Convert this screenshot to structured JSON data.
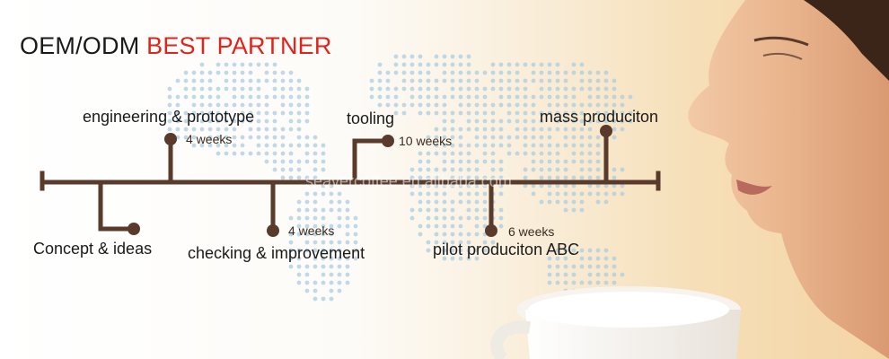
{
  "banner": {
    "title_prefix": "OEM/ODM ",
    "title_accent": "BEST PARTNER",
    "watermark": "seavercoffee.en.alibaba.com",
    "colors": {
      "accent": "#e0231b",
      "line": "#5a3a2a",
      "map_dots": "#a9cde0"
    }
  },
  "timeline": {
    "stages": [
      {
        "label": "Concept & ideas",
        "duration": ""
      },
      {
        "label": "engineering & prototype",
        "duration": "4 weeks"
      },
      {
        "label": "checking & improvement",
        "duration": "4 weeks"
      },
      {
        "label": "tooling",
        "duration": "10 weeks"
      },
      {
        "label": "pilot produciton ABC",
        "duration": "6 weeks"
      },
      {
        "label": "mass produciton",
        "duration": ""
      }
    ]
  }
}
